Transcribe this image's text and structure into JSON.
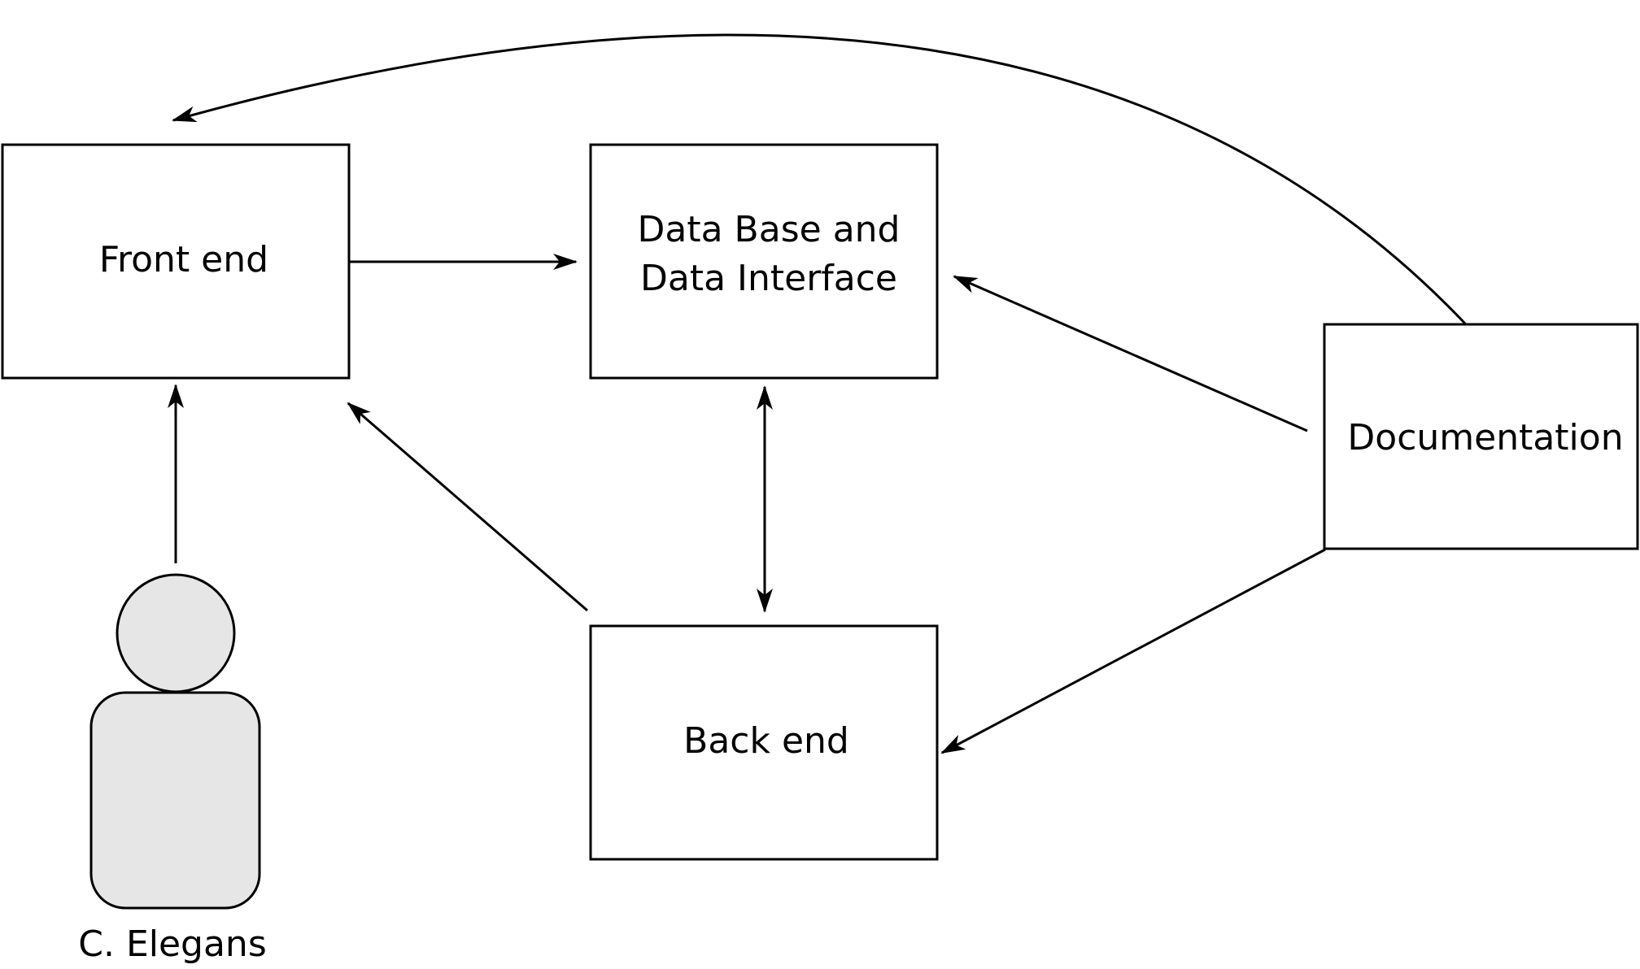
{
  "nodes": {
    "front_end": {
      "label": "Front end"
    },
    "database": {
      "label_line1": "Data Base and",
      "label_line2": "Data Interface"
    },
    "back_end": {
      "label": "Back end"
    },
    "documentation": {
      "label": "Documentation"
    }
  },
  "actor": {
    "label": "C. Elegans",
    "fill_color": "#e6e6e6"
  },
  "edges": [
    {
      "from": "Front end",
      "to": "Data Base and Data Interface"
    },
    {
      "from": "Documentation",
      "to": "Front end"
    },
    {
      "from": "Documentation",
      "to": "Data Base and Data Interface"
    },
    {
      "from": "Documentation",
      "to": "Back end"
    },
    {
      "from": "Back end",
      "to": "Front end"
    },
    {
      "from": "C. Elegans",
      "to": "Front end"
    },
    {
      "from": "Data Base and Data Interface",
      "to": "Back end",
      "bidirectional": true
    }
  ]
}
